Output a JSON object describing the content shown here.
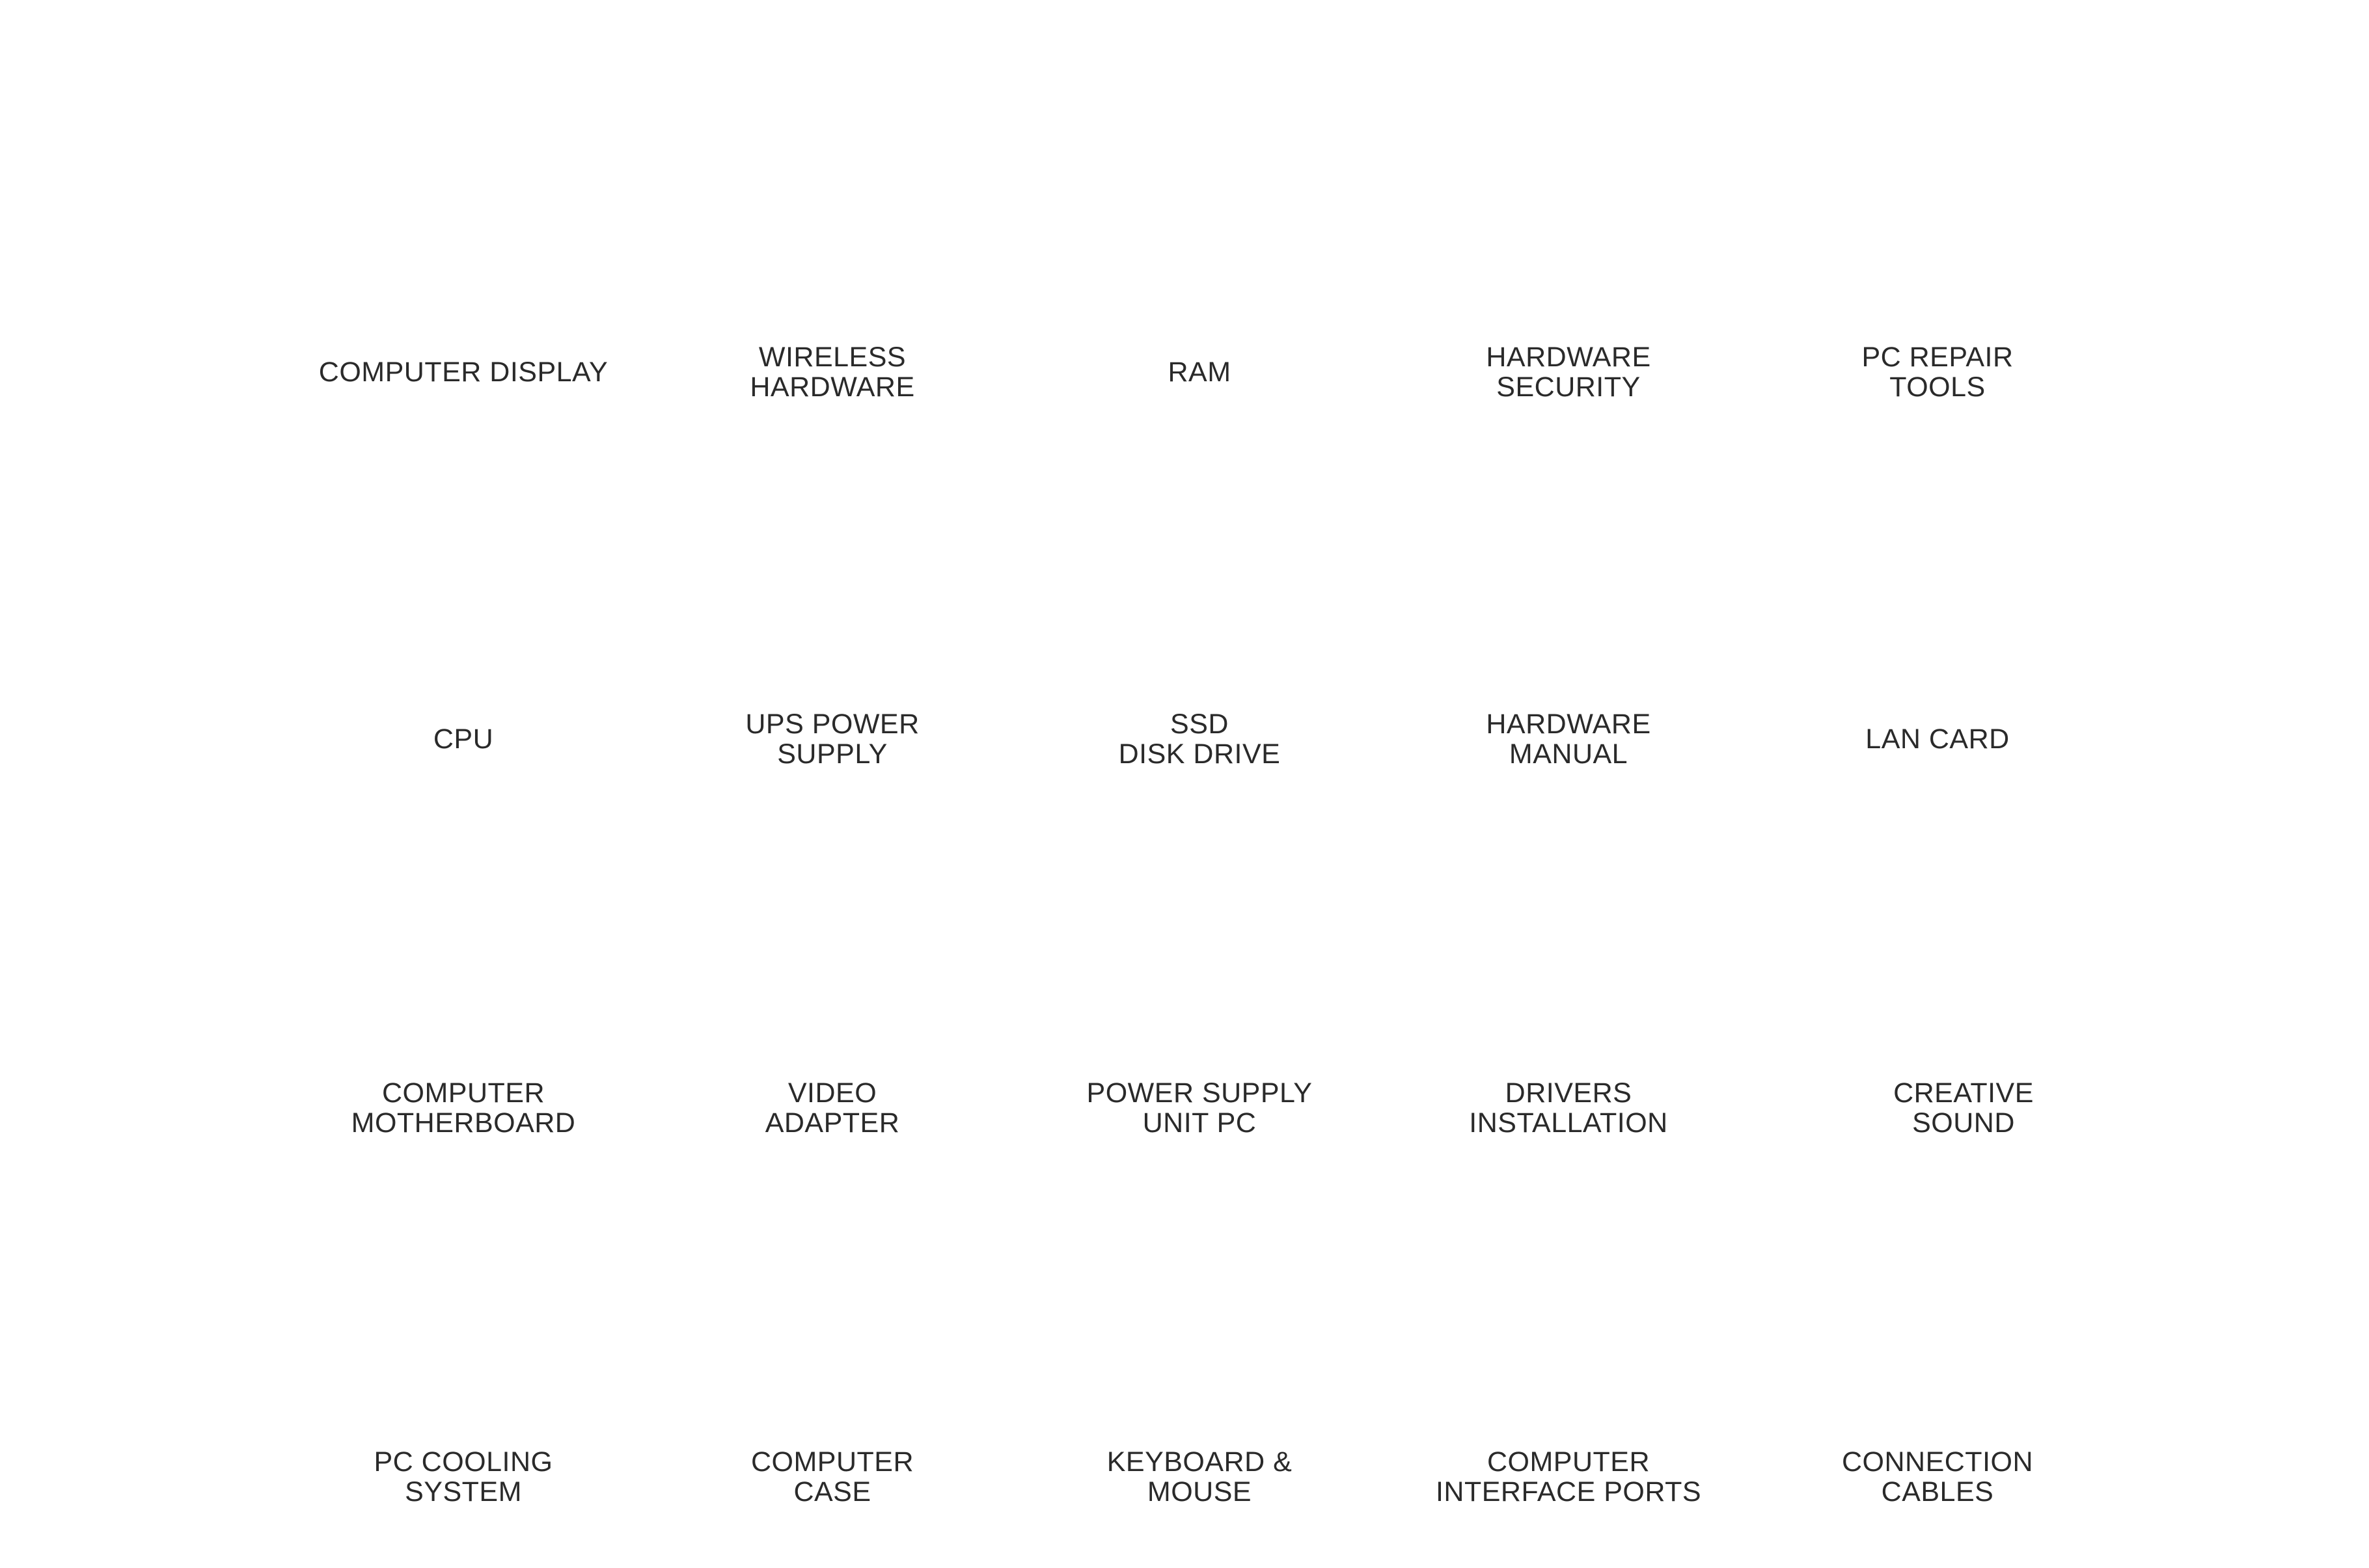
{
  "colors": {
    "blue": "#4aa8f5",
    "dark_blue": "#2a8be0",
    "green": "#3a9a3f",
    "grey": "#d4d4d4",
    "yellow": "#f2c21b",
    "outline": "#222222"
  },
  "icons": [
    {
      "name": "computer-display-icon",
      "lines": [
        "COMPUTER DISPLAY"
      ]
    },
    {
      "name": "wireless-hardware-icon",
      "lines": [
        "WIRELESS",
        "HARDWARE"
      ]
    },
    {
      "name": "ram-icon",
      "lines": [
        "RAM"
      ]
    },
    {
      "name": "hardware-security-icon",
      "lines": [
        "HARDWARE",
        "SECURITY"
      ]
    },
    {
      "name": "pc-repair-tools-icon",
      "lines": [
        "PC REPAIR",
        "TOOLS"
      ]
    },
    {
      "name": "cpu-icon",
      "lines": [
        "CPU"
      ]
    },
    {
      "name": "ups-power-supply-icon",
      "lines": [
        "UPS POWER",
        "SUPPLY"
      ]
    },
    {
      "name": "ssd-disk-drive-icon",
      "lines": [
        "SSD",
        "DISK DRIVE"
      ]
    },
    {
      "name": "hardware-manual-icon",
      "lines": [
        "HARDWARE",
        "MANUAL"
      ]
    },
    {
      "name": "lan-card-icon",
      "lines": [
        "LAN CARD"
      ]
    },
    {
      "name": "computer-motherboard-icon",
      "lines": [
        "COMPUTER",
        "MOTHERBOARD"
      ]
    },
    {
      "name": "video-adapter-icon",
      "lines": [
        "VIDEO",
        "ADAPTER"
      ]
    },
    {
      "name": "power-supply-unit-icon",
      "lines": [
        "POWER SUPPLY",
        "UNIT PC"
      ]
    },
    {
      "name": "drivers-installation-icon",
      "lines": [
        "DRIVERS",
        "INSTALLATION"
      ]
    },
    {
      "name": "creative-sound-icon",
      "lines": [
        "CREATIVE",
        "SOUND"
      ]
    },
    {
      "name": "pc-cooling-system-icon",
      "lines": [
        "PC COOLING",
        "SYSTEM"
      ]
    },
    {
      "name": "computer-case-icon",
      "lines": [
        "COMPUTER",
        "CASE"
      ]
    },
    {
      "name": "keyboard-mouse-icon",
      "lines": [
        "KEYBOARD &",
        "MOUSE"
      ]
    },
    {
      "name": "computer-interface-ports-icon",
      "lines": [
        "COMPUTER",
        "INTERFACE PORTS"
      ]
    },
    {
      "name": "connection-cables-icon",
      "lines": [
        "CONNECTION",
        "CABLES"
      ]
    }
  ]
}
